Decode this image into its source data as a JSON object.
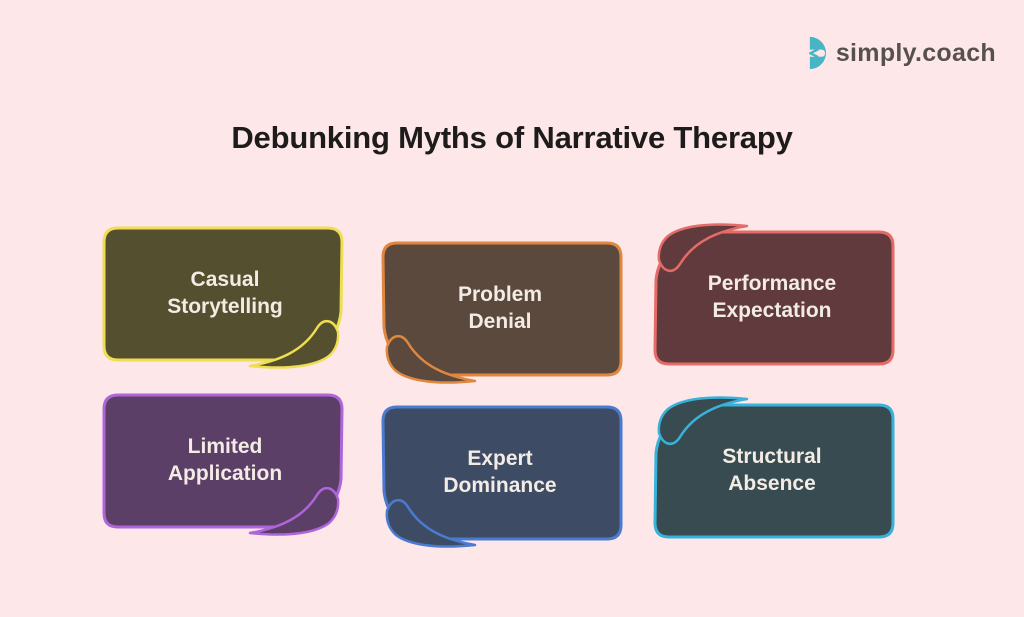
{
  "page": {
    "background_color": "#fde7e8",
    "title": "Debunking Myths of Narrative Therapy",
    "title_color": "#1d1b1b"
  },
  "brand": {
    "name": "simply.coach",
    "text_color": "#56514e",
    "icon_orange": "#ef8f4a",
    "icon_teal": "#47b5c4"
  },
  "card_text_color": "#f3ece5",
  "cards": [
    {
      "label": "Casual\nStorytelling",
      "fill": "#54502f",
      "border": "#f0de52",
      "curl_corner": "bottom-right"
    },
    {
      "label": "Problem\nDenial",
      "fill": "#5a493c",
      "border": "#df873f",
      "curl_corner": "bottom-left"
    },
    {
      "label": "Performance\nExpectation",
      "fill": "#613a3e",
      "border": "#e56b68",
      "curl_corner": "top-left"
    },
    {
      "label": "Limited\nApplication",
      "fill": "#5c3f66",
      "border": "#af65da",
      "curl_corner": "bottom-right"
    },
    {
      "label": "Expert\nDominance",
      "fill": "#3e4b64",
      "border": "#4a7bd0",
      "curl_corner": "bottom-left"
    },
    {
      "label": "Structural\nAbsence",
      "fill": "#374b51",
      "border": "#39b2da",
      "curl_corner": "top-left"
    }
  ]
}
